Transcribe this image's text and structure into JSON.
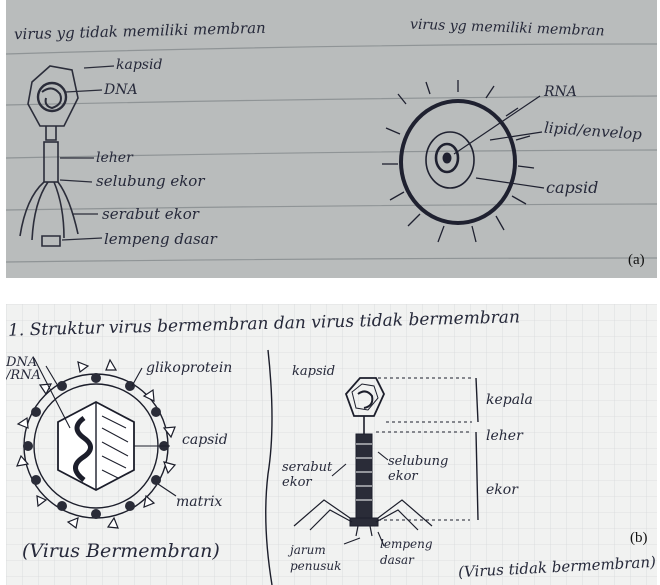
{
  "panel_a": {
    "letter": "(a)",
    "title_left": "virus yg tidak memiliki membran",
    "title_right": "virus yg memiliki membran",
    "labels_left": [
      "kapsid",
      "DNA",
      "leher",
      "selubung ekor",
      "serabut ekor",
      "lempeng dasar"
    ],
    "labels_right": [
      "RNA",
      "lipid/envelop",
      "capsid"
    ]
  },
  "panel_b": {
    "letter": "(b)",
    "heading": "1. Struktur virus bermembran dan virus tidak bermembran",
    "enveloped_labels": [
      "DNA /RNA",
      "glikoprotein",
      "capsid",
      "matrix"
    ],
    "enveloped_caption": "(Virus Bermembran)",
    "phage_labels": [
      "kapsid",
      "kepala",
      "leher",
      "selubung ekor",
      "serabut ekor",
      "ekor",
      "jarum penusuk",
      "lempeng dasar"
    ],
    "phage_caption": "(Virus tidak bermembran)"
  }
}
